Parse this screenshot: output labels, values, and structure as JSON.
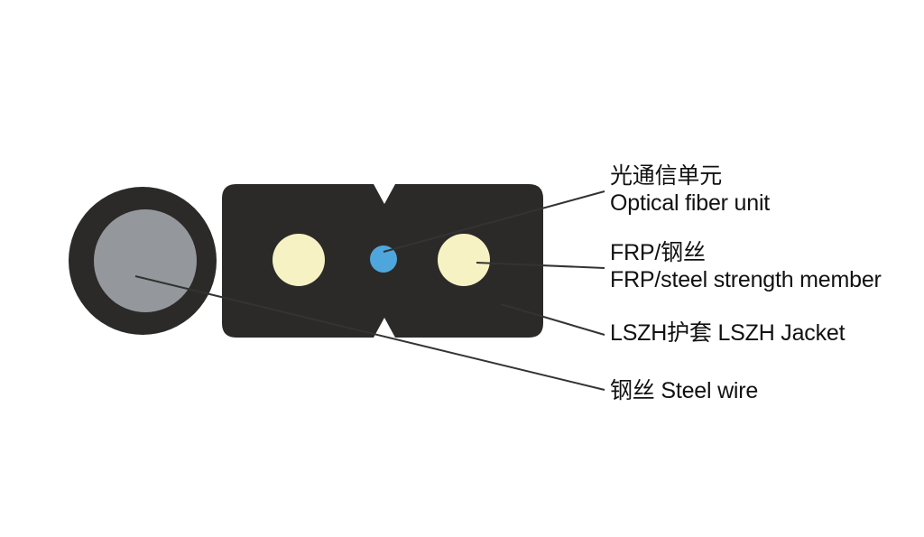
{
  "diagram": {
    "colors": {
      "background": "#ffffff",
      "jacket": "#2b2a28",
      "steel_wire": "#94979c",
      "strength_member": "#f6f2c3",
      "fiber_unit": "#4ea6dc",
      "leader_line": "#333333",
      "text": "#111111"
    },
    "labels": {
      "optical_fiber_unit": {
        "line1": "光通信单元",
        "line2": "Optical fiber unit"
      },
      "strength_member": {
        "line1": "FRP/钢丝",
        "line2": "FRP/steel strength member"
      },
      "jacket": {
        "line1": "LSZH护套 LSZH Jacket"
      },
      "steel_wire": {
        "line1": "钢丝 Steel wire"
      }
    }
  }
}
